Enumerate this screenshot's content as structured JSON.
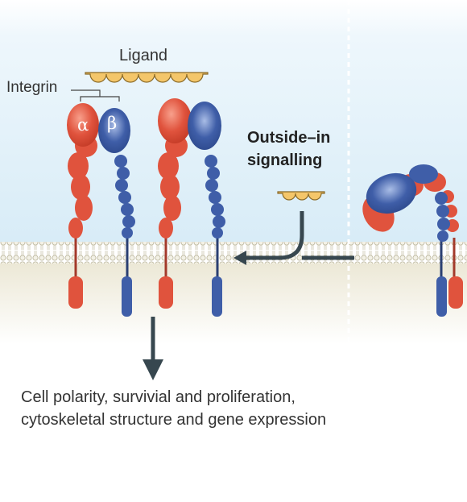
{
  "labels": {
    "ligand": "Ligand",
    "integrin": "Integrin",
    "alpha": "α",
    "beta": "β",
    "outside_in_line1": "Outside–in",
    "outside_in_line2": "signalling"
  },
  "caption": {
    "line1": "Cell polarity, survivial and proliferation,",
    "line2": "cytoskeletal structure and gene expression"
  },
  "colors": {
    "alpha_subunit": "#e0533d",
    "beta_subunit": "#3f5ea8",
    "ligand": "#f4c66a",
    "arrow": "#37474f",
    "membrane": "#dcd8c0",
    "extracellular": "#dbeef8"
  }
}
